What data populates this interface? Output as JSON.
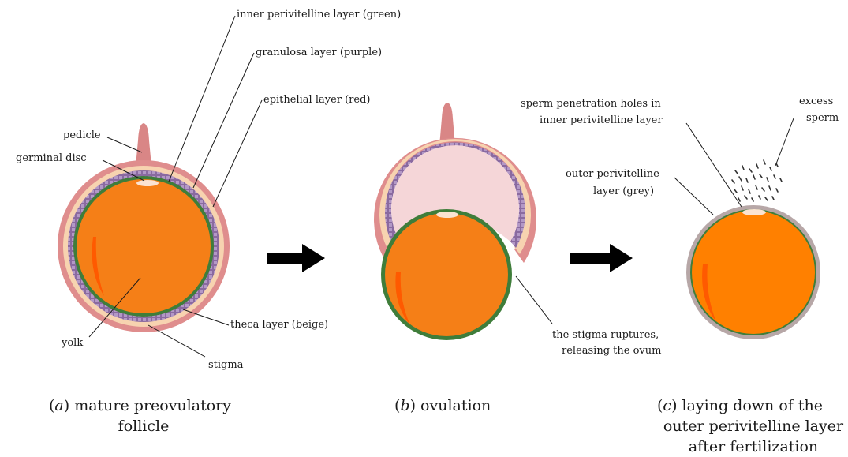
{
  "labels": {
    "inner_perivitelline": "inner perivitelline layer (green)",
    "granulosa": "granulosa layer (purple)",
    "epithelial": "epithelial layer (red)",
    "pedicle": "pedicle",
    "germinal_disc": "germinal disc",
    "theca": "theca layer (beige)",
    "yolk": "yolk",
    "stigma": "stigma",
    "rupture_line1": "the stigma ruptures,",
    "rupture_line2": "releasing the ovum",
    "sperm_holes_line1": "sperm penetration holes in",
    "sperm_holes_line2": "inner perivitelline layer",
    "excess_line1": "excess",
    "excess_line2": "sperm",
    "outer_peri_line1": "outer perivitelline",
    "outer_peri_line2": "layer (grey)"
  },
  "captions": {
    "a": {
      "letter": "a",
      "line1": "mature preovulatory",
      "line2": "follicle"
    },
    "b": {
      "letter": "b",
      "line1": "ovulation"
    },
    "c": {
      "letter": "c",
      "line1": "laying down of the",
      "line2": "outer perivitelline layer",
      "line3": "after fertilization"
    }
  },
  "colors": {
    "yolk": "#f57f17",
    "yolk_highlight": "#ff5a00",
    "inner_perivitelline": "#3f7d3a",
    "granulosa": "#8a6aa0",
    "theca": "#f7d3b0",
    "epithelial": "#df8d8d",
    "pedicle": "#d98686",
    "cavity": "#f5d6d8",
    "outer_perivitelline": "#b7a7a7",
    "germinal_disc": "#fbe3d1",
    "arrow": "#000000"
  }
}
